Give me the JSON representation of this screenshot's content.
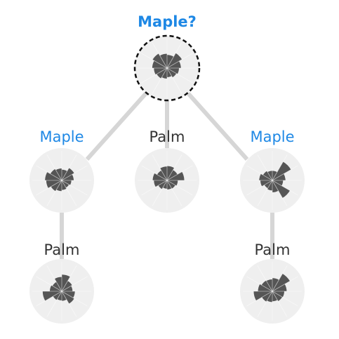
{
  "tree": {
    "root": {
      "label": "Maple?",
      "class": "maple",
      "question": true,
      "petals": [
        0.55,
        0.72,
        0.58,
        0.5,
        0.45,
        0.38,
        0.44,
        0.5,
        0.55,
        0.62,
        0.7,
        0.6
      ]
    },
    "level1": [
      {
        "label": "Maple",
        "class": "maple",
        "petals": [
          0.45,
          0.6,
          0.5,
          0.4,
          0.35,
          0.4,
          0.45,
          0.52,
          0.65,
          0.7,
          0.55,
          0.5
        ]
      },
      {
        "label": "Palm",
        "class": "palm",
        "petals": [
          0.6,
          0.5,
          0.72,
          0.45,
          0.4,
          0.38,
          0.35,
          0.42,
          0.55,
          0.6,
          0.48,
          0.58
        ]
      },
      {
        "label": "Maple",
        "class": "maple",
        "petals": [
          0.4,
          0.9,
          0.55,
          0.45,
          0.85,
          0.5,
          0.42,
          0.38,
          0.5,
          0.55,
          0.45,
          0.4
        ]
      }
    ],
    "level2": [
      {
        "label": "Palm",
        "class": "palm",
        "petals": [
          0.7,
          0.5,
          0.45,
          0.55,
          0.6,
          0.4,
          0.38,
          0.42,
          0.8,
          0.5,
          0.45,
          0.6
        ]
      },
      {
        "label": "Palm",
        "class": "palm",
        "petals": [
          0.55,
          0.85,
          0.6,
          0.5,
          0.48,
          0.42,
          0.45,
          0.5,
          0.78,
          0.6,
          0.52,
          0.5
        ]
      }
    ]
  },
  "colors": {
    "maple": "#1E88E5",
    "palm": "#333333",
    "petal": "#555555",
    "disc": "#EFEFEF",
    "edge": "#D6D6D6"
  }
}
